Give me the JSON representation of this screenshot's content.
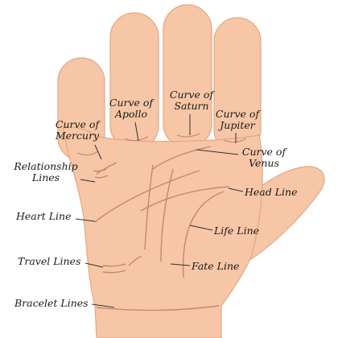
{
  "diagram": {
    "colors": {
      "skin": "#f6c6a6",
      "skin_outline": "#e2a883",
      "palm_line": "#c7876b",
      "leader": "#333333",
      "text": "#1a1a1a"
    },
    "labels": {
      "curve_of_apollo": [
        "Curve of",
        "Apollo"
      ],
      "curve_of_saturn": [
        "Curve of",
        "Saturn"
      ],
      "curve_of_jupiter": [
        "Curve of",
        "Jupiter"
      ],
      "curve_of_mercury": [
        "Curve of",
        "Mercury"
      ],
      "curve_of_venus": [
        "Curve of",
        "Venus"
      ],
      "relationship_lines": [
        "Relationship",
        "Lines"
      ],
      "head_line": "Head Line",
      "heart_line": "Heart Line",
      "life_line": "Life Line",
      "travel_lines": "Travel Lines",
      "fate_line": "Fate Line",
      "bracelet_lines": "Bracelet Lines"
    }
  }
}
